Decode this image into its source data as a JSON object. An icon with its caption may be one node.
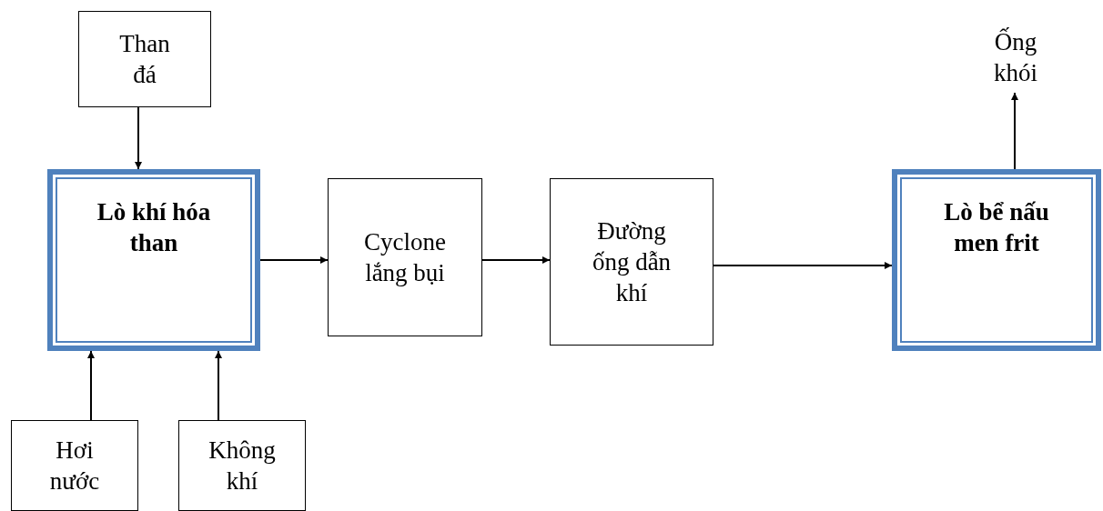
{
  "diagram": {
    "nodes": [
      {
        "text": [
          "Than đá"
        ]
      },
      {
        "text": [
          "Lò khí hóa than"
        ]
      },
      {
        "text": [
          "Cyclone lắng bụi"
        ]
      },
      {
        "text": [
          "Đường ống dẫn khí"
        ]
      },
      {
        "text": [
          "Lò bể nấu men frit"
        ]
      },
      {
        "text": [
          "Hơi nước"
        ]
      },
      {
        "text": [
          "Không khí"
        ]
      },
      {
        "text": [
          "Ống khói"
        ]
      }
    ],
    "edges": [
      {
        "from": 0,
        "to": 1,
        "arrow": "to"
      },
      {
        "from": 5,
        "to": 1,
        "arrow": "to"
      },
      {
        "from": 6,
        "to": 1,
        "arrow": "to"
      },
      {
        "from": 1,
        "to": 2,
        "arrow": "to"
      },
      {
        "from": 2,
        "to": 3,
        "arrow": "to"
      },
      {
        "from": 3,
        "to": 4,
        "arrow": "to"
      },
      {
        "from": 4,
        "to": 7,
        "arrow": "to"
      }
    ]
  }
}
